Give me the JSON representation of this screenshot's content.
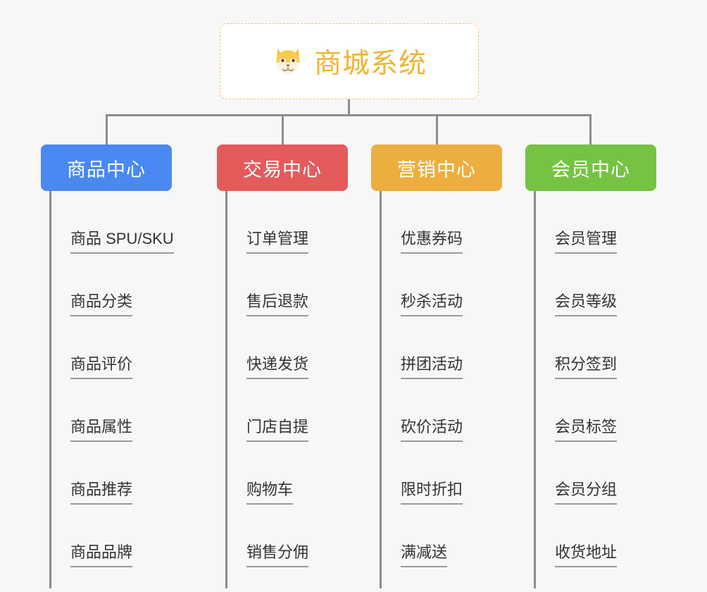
{
  "diagram": {
    "type": "mindmap-tree",
    "background_color": "#f7f7f7",
    "connector_color": "#8c8c8c",
    "root": {
      "title": "商城系统",
      "icon": "shiba-dog-emoji",
      "text_color": "#f0b434",
      "border_color": "#f0c070",
      "background_color": "#ffffff"
    },
    "branches": [
      {
        "label": "商品中心",
        "color": "#4a89f3",
        "items": [
          "商品 SPU/SKU",
          "商品分类",
          "商品评价",
          "商品属性",
          "商品推荐",
          "商品品牌"
        ]
      },
      {
        "label": "交易中心",
        "color": "#e55b5b",
        "items": [
          "订单管理",
          "售后退款",
          "快递发货",
          "门店自提",
          "购物车",
          "销售分佣"
        ]
      },
      {
        "label": "营销中心",
        "color": "#edae40",
        "items": [
          "优惠券码",
          "秒杀活动",
          "拼团活动",
          "砍价活动",
          "限时折扣",
          "满减送"
        ]
      },
      {
        "label": "会员中心",
        "color": "#76c344",
        "items": [
          "会员管理",
          "会员等级",
          "积分签到",
          "会员标签",
          "会员分组",
          "收货地址"
        ]
      }
    ]
  }
}
